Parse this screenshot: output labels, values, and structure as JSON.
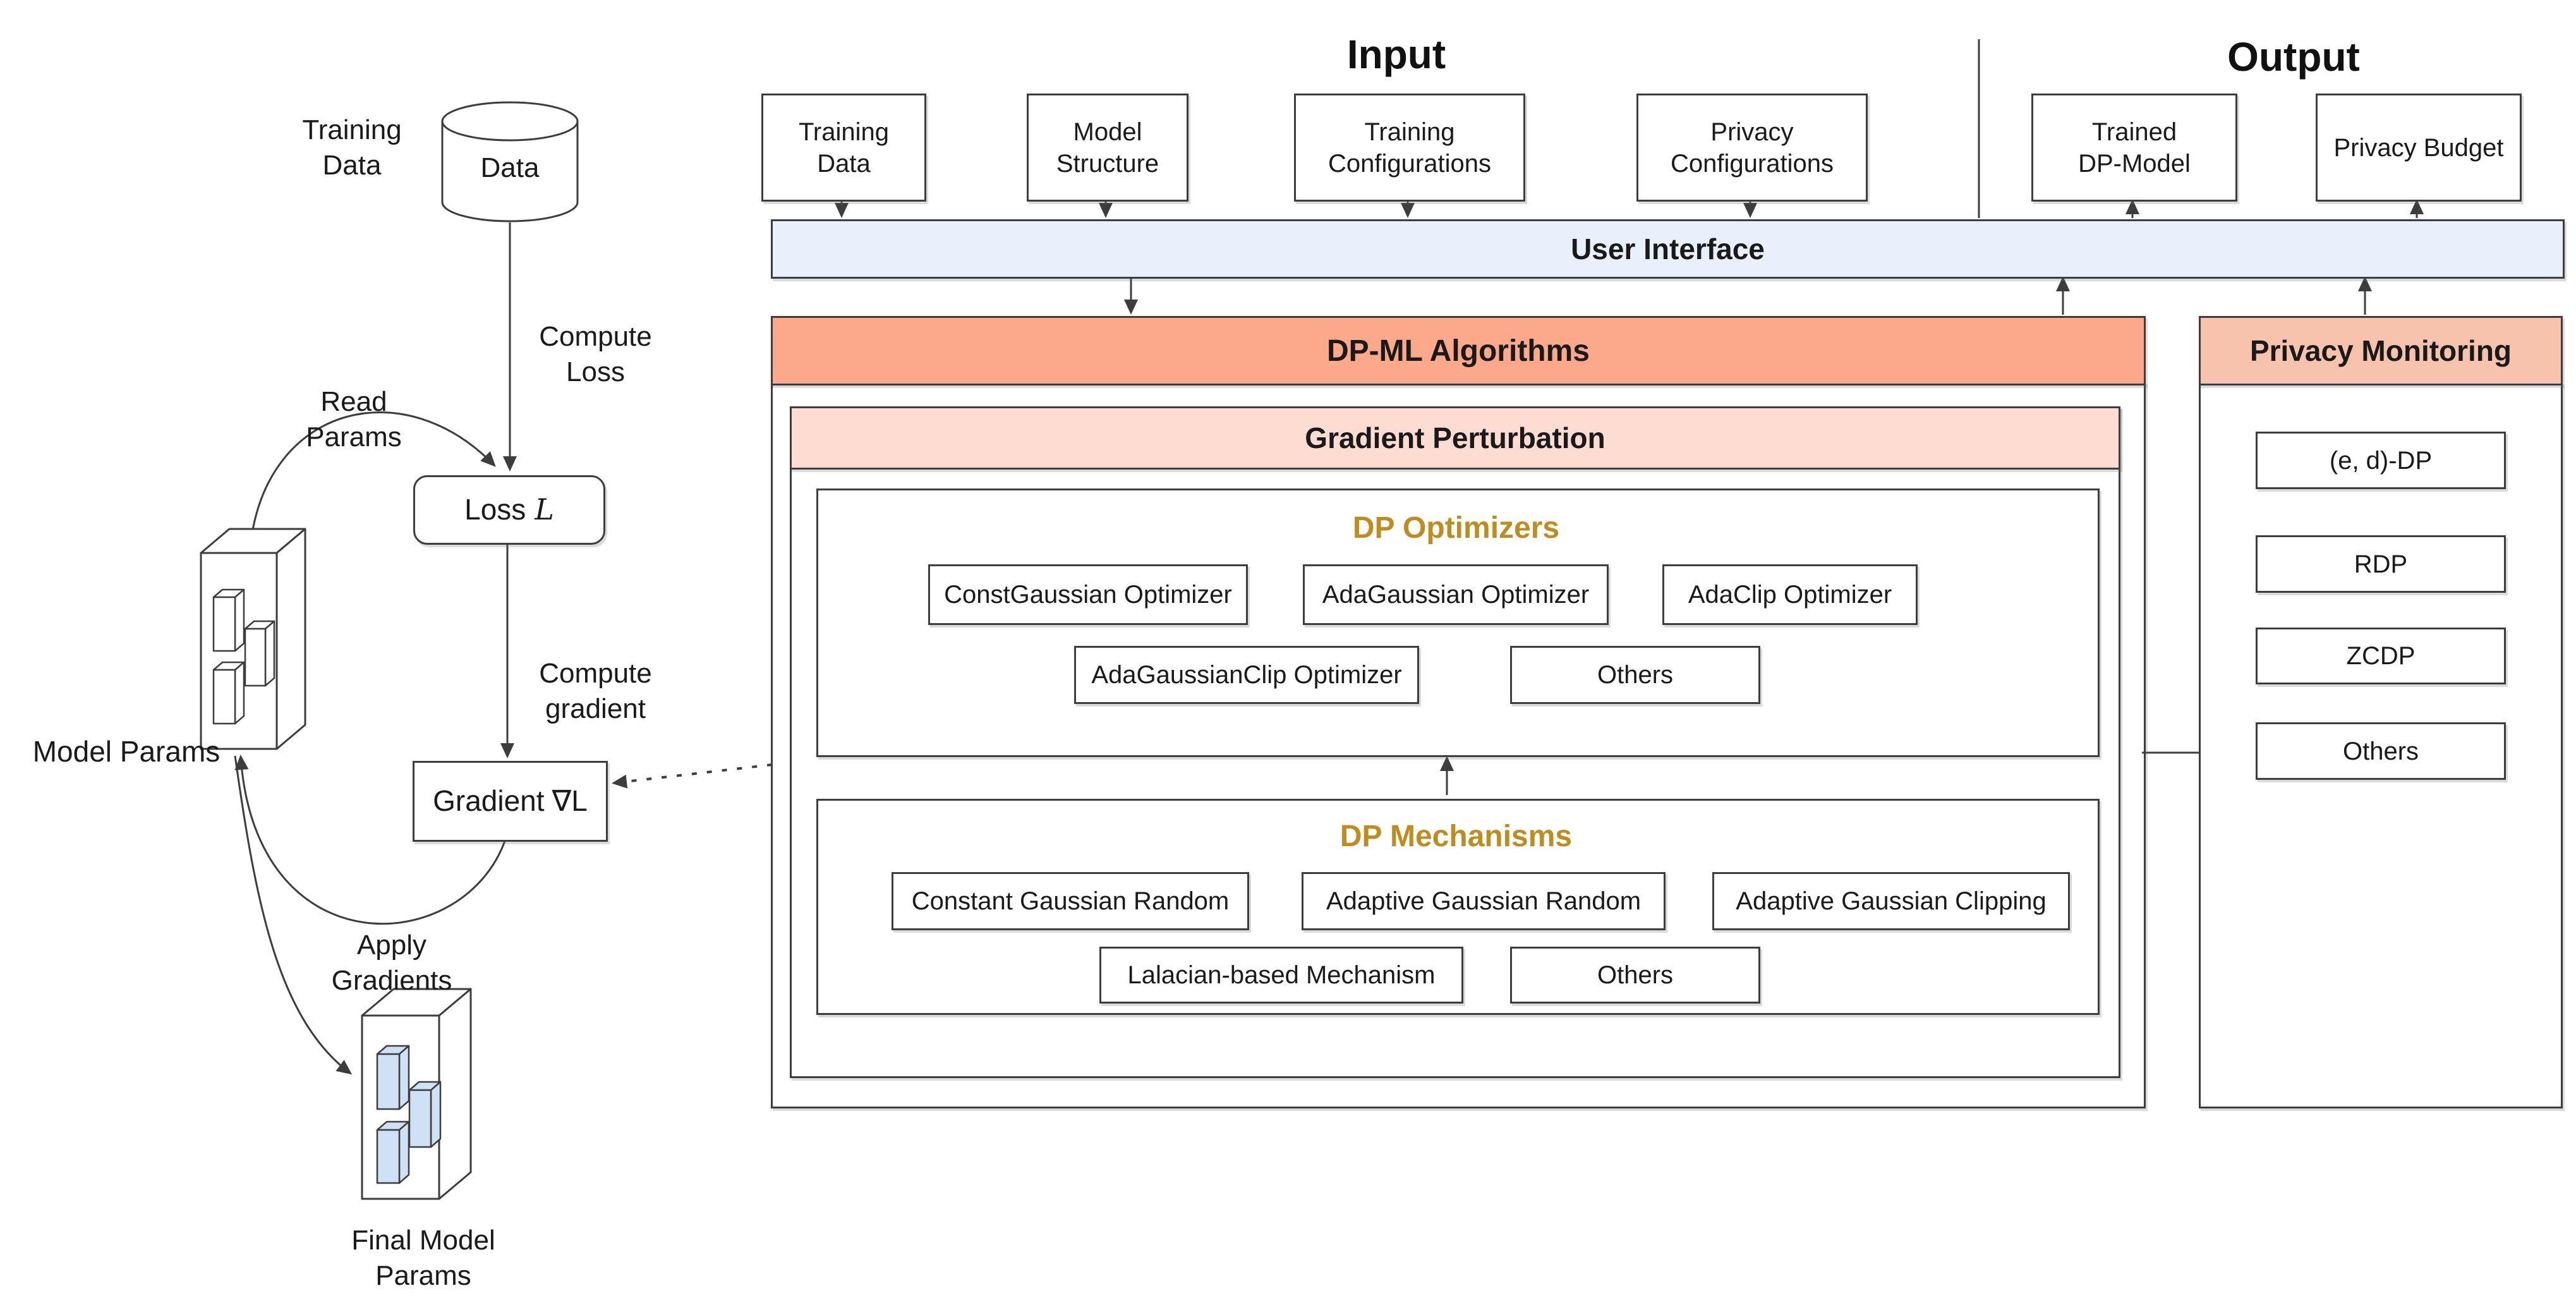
{
  "headings": {
    "input": "Input",
    "output": "Output"
  },
  "colors": {
    "ui_bar_bg": "#e8f1fb",
    "dpml_header_bg": "#fca98b",
    "privacy_header_bg": "#f7c3ac",
    "gradient_header_bg": "#ffdcd1",
    "accent_gold": "#bf8c1f",
    "line": "#3d3d3d",
    "param_block_fill": "#cfe2f5"
  },
  "input_section": {
    "boxes": [
      {
        "label": "Training\nData"
      },
      {
        "label": "Model\nStructure"
      },
      {
        "label": "Training\nConfigurations"
      },
      {
        "label": "Privacy\nConfigurations"
      }
    ]
  },
  "output_section": {
    "boxes": [
      {
        "label": "Trained\nDP-Model"
      },
      {
        "label": "Privacy Budget"
      }
    ]
  },
  "ui_bar": {
    "label": "User Interface"
  },
  "dpml": {
    "title": "DP-ML Algorithms",
    "gradient_perturbation": {
      "title": "Gradient Perturbation",
      "optimizers": {
        "title": "DP Optimizers",
        "row1": [
          "ConstGaussian Optimizer",
          "AdaGaussian Optimizer",
          "AdaClip Optimizer"
        ],
        "row2": [
          "AdaGaussianClip Optimizer",
          "Others"
        ]
      },
      "mechanisms": {
        "title": "DP Mechanisms",
        "row1": [
          "Constant Gaussian Random",
          "Adaptive Gaussian Random",
          "Adaptive Gaussian Clipping"
        ],
        "row2": [
          "Lalacian-based Mechanism",
          "Others"
        ]
      }
    }
  },
  "privacy_monitoring": {
    "title": "Privacy Monitoring",
    "items": [
      "(e, d)-DP",
      "RDP",
      "ZCDP",
      "Others"
    ]
  },
  "flowchart": {
    "training_data_label": "Training\nData",
    "data_store_label": "Data",
    "compute_loss_label": "Compute\nLoss",
    "read_params_label": "Read Params",
    "loss_label": "Loss",
    "loss_symbol": "L",
    "compute_gradient_label": "Compute\ngradient",
    "gradient_label": "Gradient",
    "gradient_symbol": "∇L",
    "model_params_label": "Model Params",
    "apply_gradients_label": "Apply\nGradients",
    "final_params_label": "Final Model\nParams"
  }
}
